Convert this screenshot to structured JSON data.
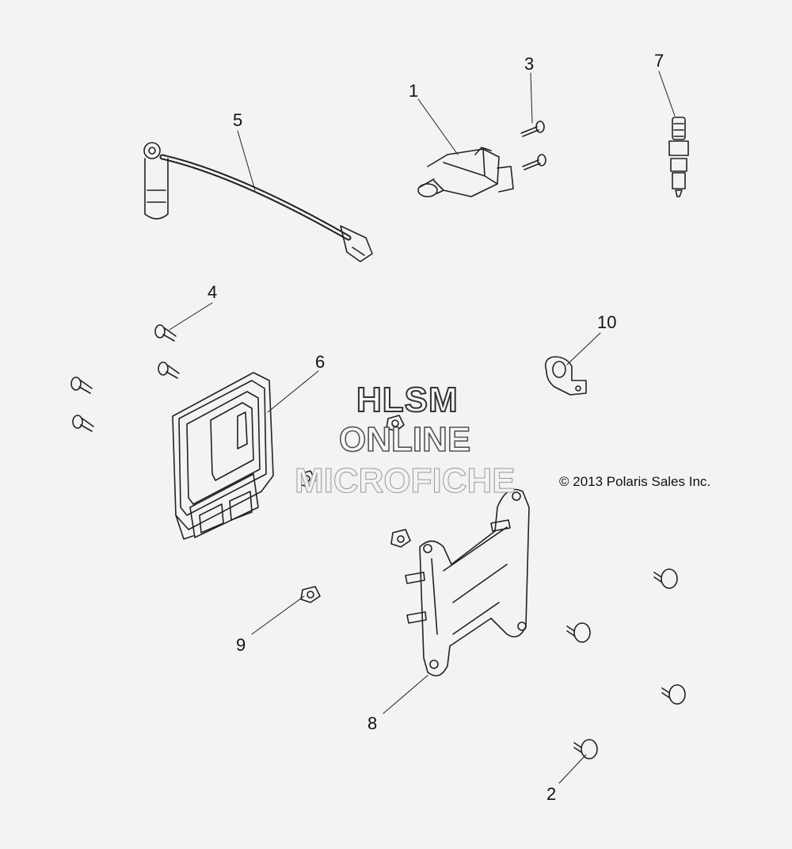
{
  "callouts": {
    "c1": "1",
    "c2": "2",
    "c3": "3",
    "c4": "4",
    "c5": "5",
    "c6": "6",
    "c7": "7",
    "c8": "8",
    "c9": "9",
    "c10": "10"
  },
  "watermark": {
    "line1": "HLSM",
    "line2": "ONLINE",
    "line3": "MICROFICHE"
  },
  "copyright": "© 2013 Polaris Sales Inc."
}
